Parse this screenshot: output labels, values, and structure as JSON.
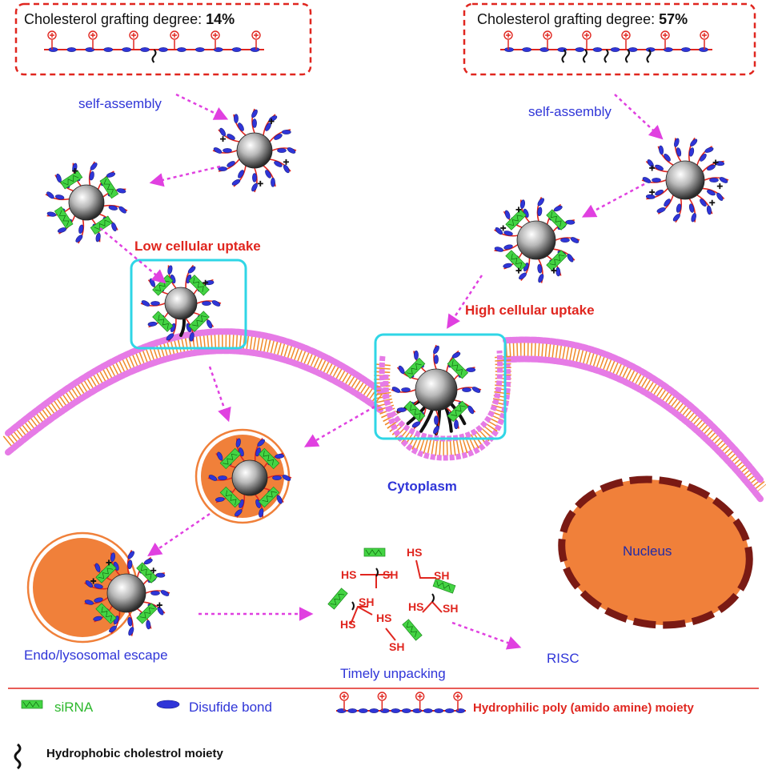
{
  "top_left_box": {
    "label": "Cholesterol grafting degree: ",
    "value": "14%"
  },
  "top_right_box": {
    "label": "Cholesterol grafting degree: ",
    "value": "57%"
  },
  "labels": {
    "self_assembly_left": "self-assembly",
    "self_assembly_right": "self-assembly",
    "low_uptake": "Low cellular uptake",
    "high_uptake": "High cellular uptake",
    "cytoplasm": "Cytoplasm",
    "nucleus": "Nucleus",
    "endo_escape": "Endo/lysosomal escape",
    "timely_unpacking": "Timely unpacking",
    "risc": "RISC",
    "thiol": "SH",
    "thiol_left": "HS"
  },
  "legend": {
    "sirna": "siRNA",
    "disulfide": "Disufide bond",
    "hydrophilic": "Hydrophilic poly (amido amine) moiety",
    "hydrophobic": "Hydrophobic cholestrol moiety"
  },
  "colors": {
    "red": "#e0261f",
    "blue": "#2f35d8",
    "magenta_arrow": "#e040e0",
    "membrane_head": "#e67be6",
    "membrane_tail": "#f08a2a",
    "cyan_box": "#2fd6e6",
    "sirna_green": "#44d444",
    "endosome_fill": "#f0803a",
    "nucleus_fill": "#f0803a",
    "nucleus_border": "#7a1a14"
  }
}
